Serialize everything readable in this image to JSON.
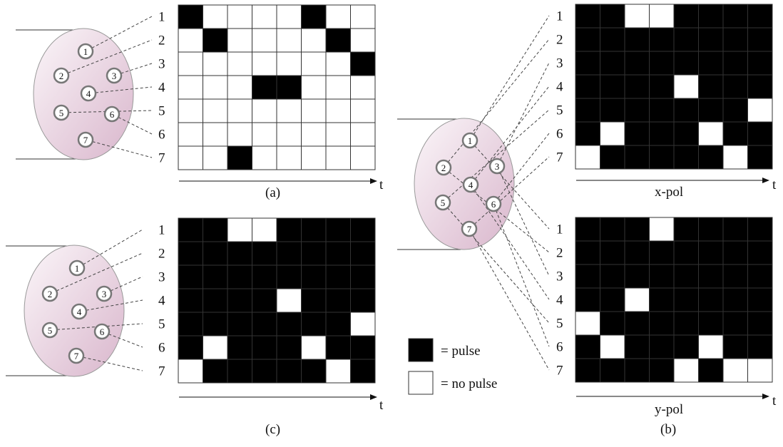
{
  "colors": {
    "pulse": "#000000",
    "no_pulse": "#ffffff",
    "grid": "#333333",
    "fiber_fill_light": "#fbf6f9",
    "fiber_fill_dark": "#d9b6cc",
    "leader": "#444444"
  },
  "icons": {
    "core": "numbered-circle",
    "fiber": "ellipse-cross-section",
    "axis": "right-arrow"
  },
  "panels": {
    "a": {
      "caption": "(a)",
      "axis_label": "t",
      "row_labels": [
        "1",
        "2",
        "3",
        "4",
        "5",
        "6",
        "7"
      ],
      "core_labels": [
        "1",
        "2",
        "3",
        "4",
        "5",
        "6",
        "7"
      ],
      "grid": [
        [
          1,
          0,
          0,
          0,
          0,
          1,
          0,
          0
        ],
        [
          0,
          1,
          0,
          0,
          0,
          0,
          1,
          0
        ],
        [
          0,
          0,
          0,
          0,
          0,
          0,
          0,
          1
        ],
        [
          0,
          0,
          0,
          1,
          1,
          0,
          0,
          0
        ],
        [
          0,
          0,
          0,
          0,
          0,
          0,
          0,
          0
        ],
        [
          0,
          0,
          0,
          0,
          0,
          0,
          0,
          0
        ],
        [
          0,
          0,
          1,
          0,
          0,
          0,
          0,
          0
        ]
      ]
    },
    "c": {
      "caption": "(c)",
      "axis_label": "t",
      "row_labels": [
        "1",
        "2",
        "3",
        "4",
        "5",
        "6",
        "7"
      ],
      "core_labels": [
        "1",
        "2",
        "3",
        "4",
        "5",
        "6",
        "7"
      ],
      "grid": [
        [
          1,
          1,
          0,
          0,
          1,
          1,
          1,
          1
        ],
        [
          1,
          1,
          1,
          1,
          1,
          1,
          1,
          1
        ],
        [
          1,
          1,
          1,
          1,
          1,
          1,
          1,
          1
        ],
        [
          1,
          1,
          1,
          1,
          0,
          1,
          1,
          1
        ],
        [
          1,
          1,
          1,
          1,
          1,
          1,
          1,
          0
        ],
        [
          1,
          0,
          1,
          1,
          1,
          0,
          1,
          1
        ],
        [
          0,
          1,
          1,
          1,
          1,
          1,
          0,
          1
        ]
      ]
    },
    "b": {
      "caption": "(b)",
      "core_labels": [
        "1",
        "2",
        "3",
        "4",
        "5",
        "6",
        "7"
      ],
      "x_pol": {
        "axis_label": "t",
        "pol_label": "x-pol",
        "row_labels": [
          "1",
          "2",
          "3",
          "4",
          "5",
          "6",
          "7"
        ],
        "grid": [
          [
            1,
            1,
            0,
            0,
            1,
            1,
            1,
            1
          ],
          [
            1,
            1,
            1,
            1,
            1,
            1,
            1,
            1
          ],
          [
            1,
            1,
            1,
            1,
            1,
            1,
            1,
            1
          ],
          [
            1,
            1,
            1,
            1,
            0,
            1,
            1,
            1
          ],
          [
            1,
            1,
            1,
            1,
            1,
            1,
            1,
            0
          ],
          [
            1,
            0,
            1,
            1,
            1,
            0,
            1,
            1
          ],
          [
            0,
            1,
            1,
            1,
            1,
            1,
            0,
            1
          ]
        ]
      },
      "y_pol": {
        "axis_label": "t",
        "pol_label": "y-pol",
        "row_labels": [
          "1",
          "2",
          "3",
          "4",
          "5",
          "6",
          "7"
        ],
        "grid": [
          [
            1,
            1,
            1,
            0,
            1,
            1,
            1,
            1
          ],
          [
            1,
            1,
            1,
            1,
            1,
            1,
            1,
            1
          ],
          [
            1,
            1,
            1,
            1,
            1,
            1,
            1,
            1
          ],
          [
            1,
            1,
            0,
            1,
            1,
            1,
            1,
            1
          ],
          [
            0,
            1,
            1,
            1,
            1,
            1,
            1,
            1
          ],
          [
            1,
            0,
            1,
            1,
            1,
            0,
            1,
            1
          ],
          [
            1,
            1,
            1,
            1,
            0,
            1,
            0,
            0
          ]
        ]
      }
    }
  },
  "legend": {
    "pulse_label": "= pulse",
    "no_pulse_label": "= no pulse"
  }
}
